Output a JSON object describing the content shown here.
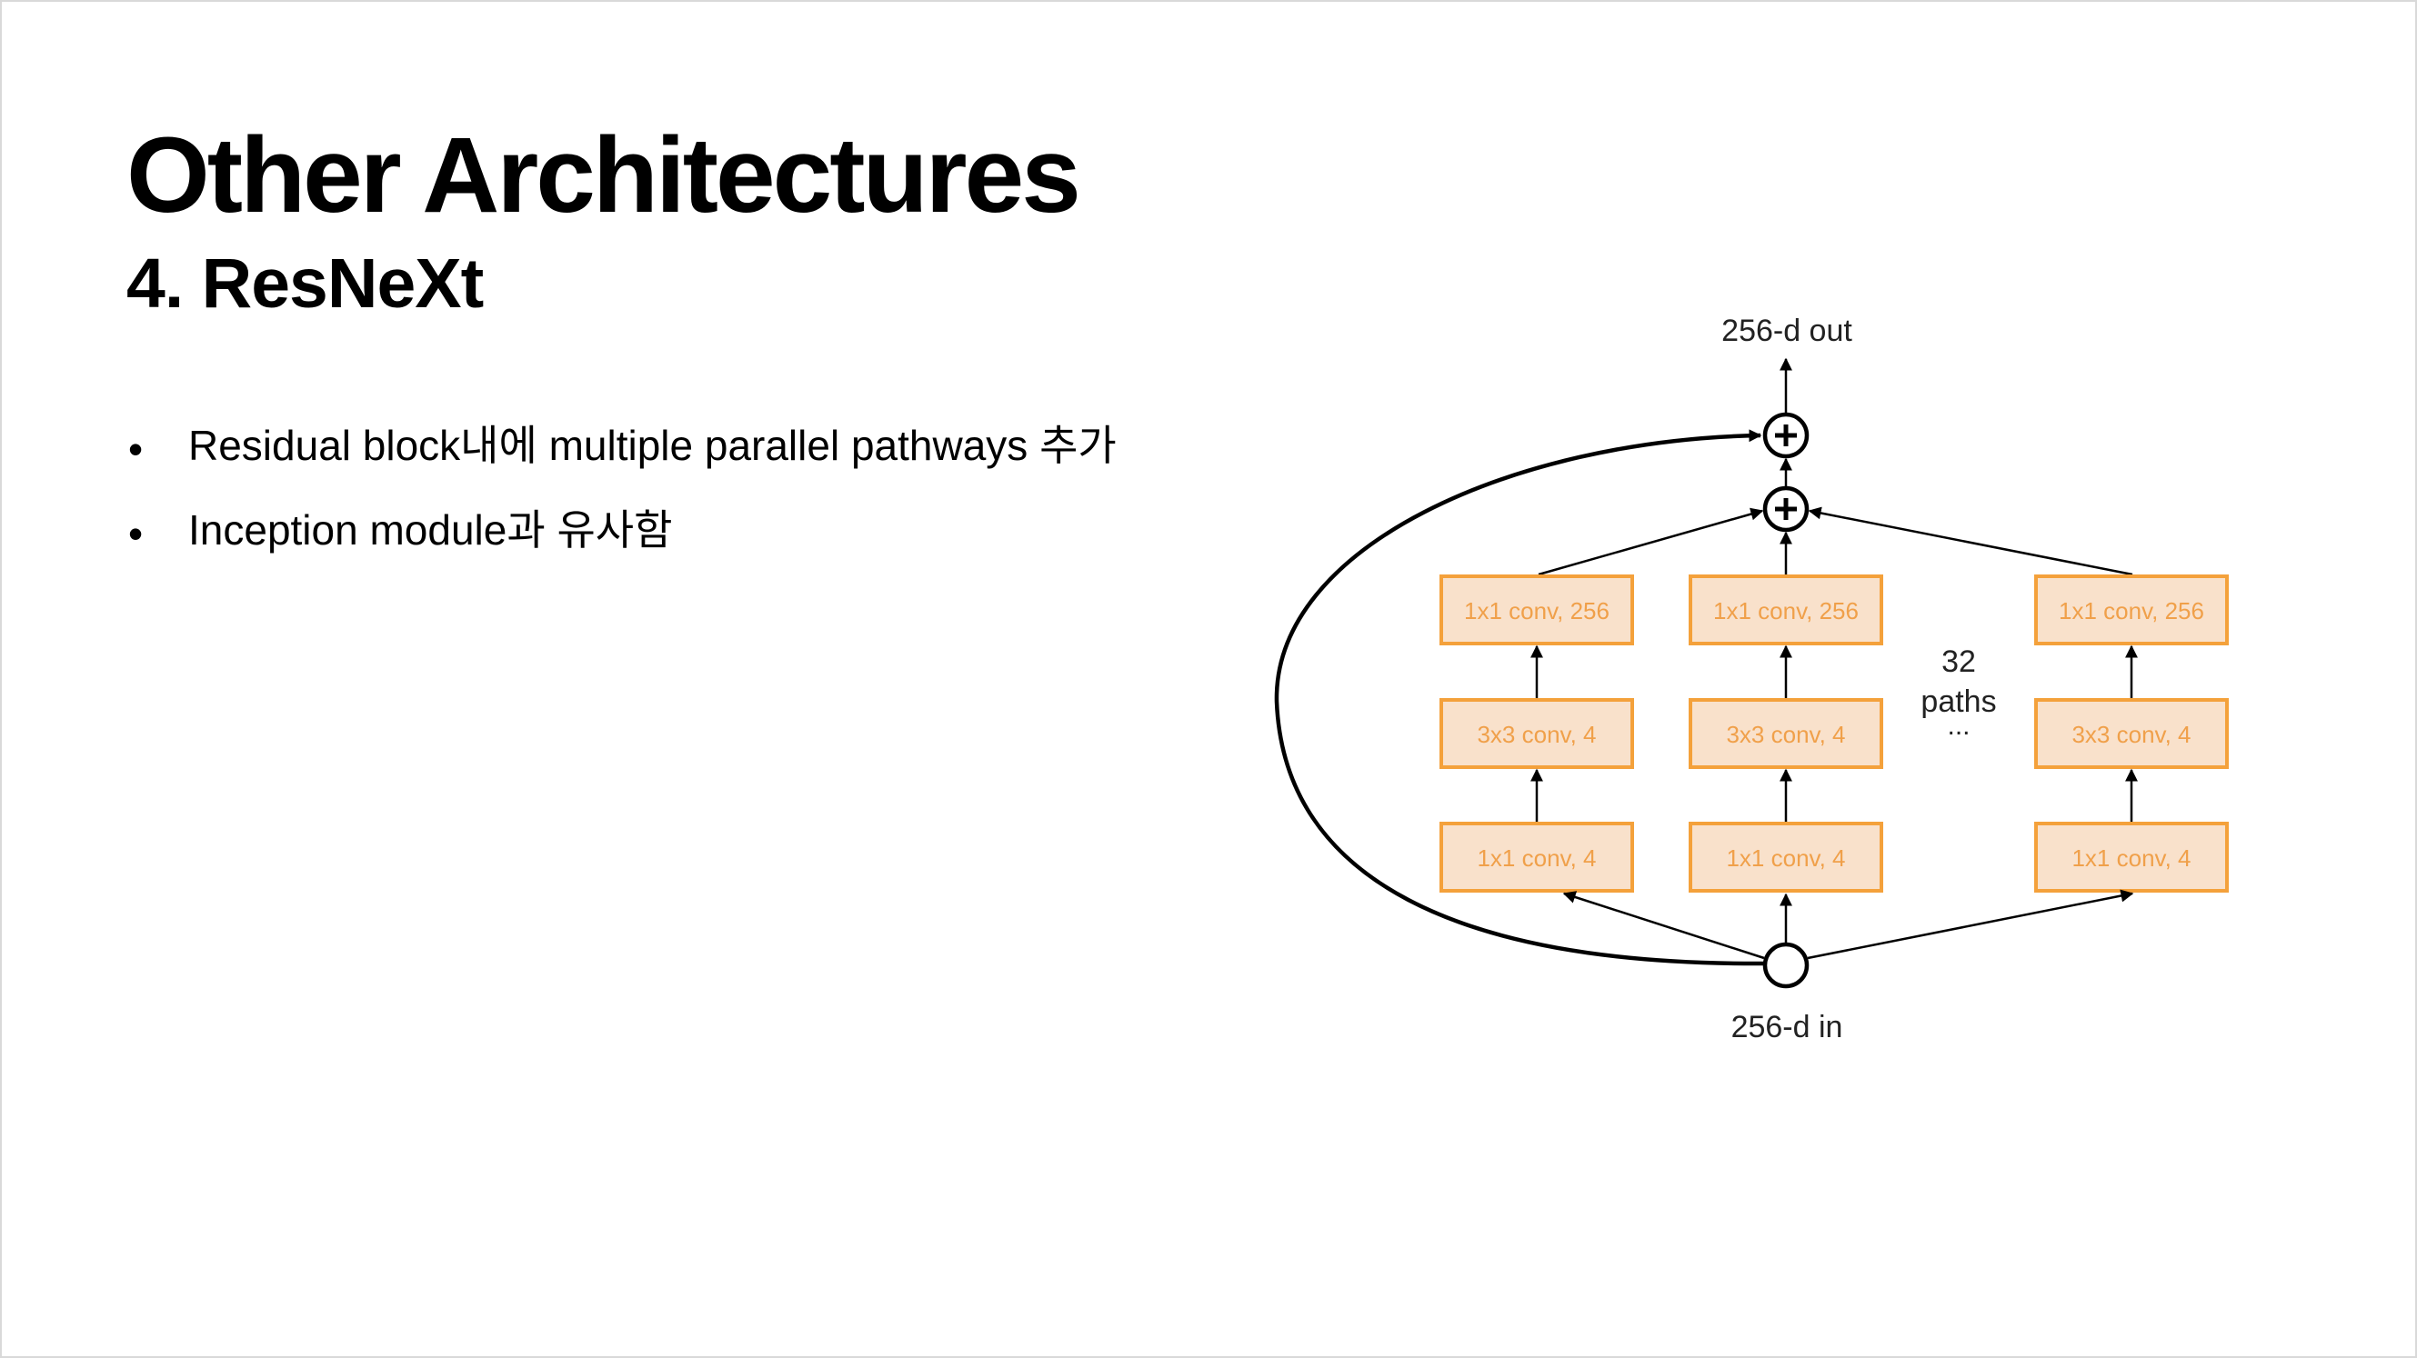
{
  "slide": {
    "title": "Other Architectures",
    "subtitle": "4. ResNeXt",
    "bullets": [
      "Residual block내에 multiple parallel pathways 추가",
      "Inception module과 유사함"
    ]
  },
  "diagram": {
    "output_label": "256-d out",
    "input_label": "256-d in",
    "paths_count": "32",
    "paths_word": "paths",
    "ellipsis": "...",
    "colors": {
      "box_fill": "#f9e1cb",
      "box_border": "#f4a13b",
      "box_text": "#f0a04a",
      "line": "#000000"
    },
    "columns": [
      {
        "top": "1x1 conv, 256",
        "mid": "3x3 conv, 4",
        "bottom": "1x1 conv, 4"
      },
      {
        "top": "1x1 conv, 256",
        "mid": "3x3 conv, 4",
        "bottom": "1x1 conv, 4"
      },
      {
        "top": "1x1 conv, 256",
        "mid": "3x3 conv, 4",
        "bottom": "1x1 conv, 4"
      }
    ]
  }
}
